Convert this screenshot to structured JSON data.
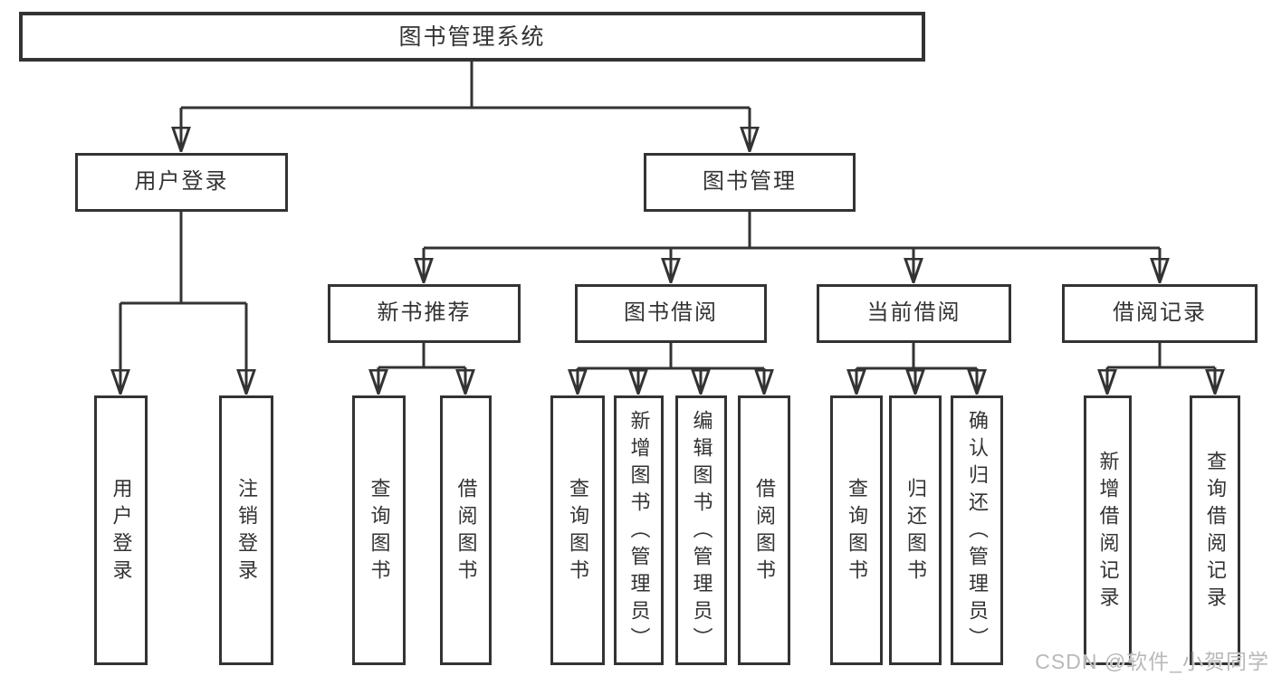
{
  "diagram": {
    "root": {
      "label": "图书管理系统"
    },
    "branches": [
      {
        "label": "用户登录",
        "children": [
          {
            "label": "用户登录"
          },
          {
            "label": "注销登录"
          }
        ]
      },
      {
        "label": "图书管理",
        "children": [
          {
            "label": "新书推荐",
            "children": [
              {
                "label": "查询图书"
              },
              {
                "label": "借阅图书"
              }
            ]
          },
          {
            "label": "图书借阅",
            "children": [
              {
                "label": "查询图书"
              },
              {
                "label": "新增图书（管理员）"
              },
              {
                "label": "编辑图书（管理员）"
              },
              {
                "label": "借阅图书"
              }
            ]
          },
          {
            "label": "当前借阅",
            "children": [
              {
                "label": "查询图书"
              },
              {
                "label": "归还图书"
              },
              {
                "label": "确认归还（管理员）"
              }
            ]
          },
          {
            "label": "借阅记录",
            "children": [
              {
                "label": "新增借阅记录"
              },
              {
                "label": "查询借阅记录"
              }
            ]
          }
        ]
      }
    ]
  },
  "watermark": {
    "text": "CSDN @软件_小贺同学"
  },
  "colors": {
    "line": "#333333",
    "box_background": "#ffffff",
    "text": "#333333",
    "watermark": "#b9b9b9"
  }
}
